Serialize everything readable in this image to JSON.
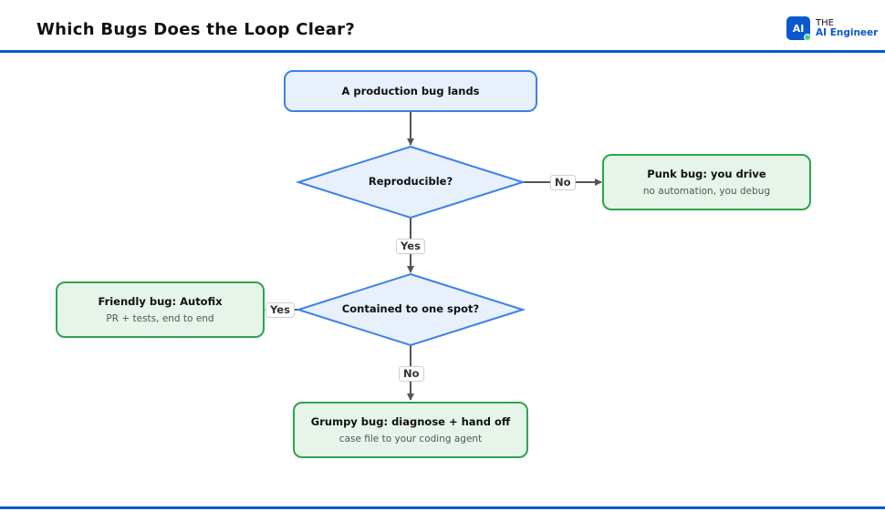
{
  "header": {
    "title": "Which Bugs Does the Loop Clear?",
    "logo_badge": "AI",
    "logo_the": "THE",
    "logo_name": "AI Engineer",
    "accent_color": "#0b57d0"
  },
  "nodes": {
    "start": {
      "title": "A production bug lands"
    },
    "reproducible": {
      "title": "Reproducible?"
    },
    "contained": {
      "title": "Contained to one spot?"
    },
    "punk": {
      "title": "Punk bug: you drive",
      "subtitle": "no automation, you debug"
    },
    "friendly": {
      "title": "Friendly bug: Autofix",
      "subtitle": "PR + tests, end to end"
    },
    "grumpy": {
      "title": "Grumpy bug: diagnose + hand off",
      "subtitle": "case file to your coding agent"
    }
  },
  "edges": {
    "reproducible_no": "No",
    "reproducible_yes": "Yes",
    "contained_yes": "Yes",
    "contained_no": "No"
  },
  "colors": {
    "decision_fill": "#e8f0fc",
    "decision_stroke": "#3b82e6",
    "outcome_fill": "#e6f4ea",
    "outcome_stroke": "#2ea44f",
    "arrow": "#555555"
  }
}
